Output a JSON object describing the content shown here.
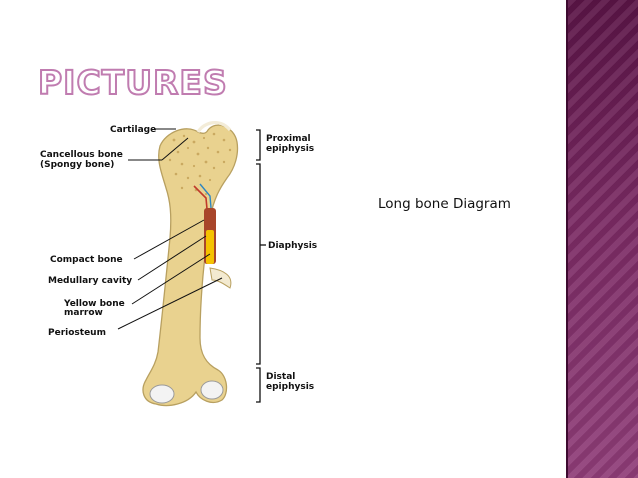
{
  "slide": {
    "title": "PICTURES",
    "caption": "Long bone Diagram"
  },
  "diagram": {
    "labels": {
      "cartilage": "Cartilage",
      "cancellous_1": "Cancellous bone",
      "cancellous_2": "(Spongy bone)",
      "compact": "Compact bone",
      "medullary": "Medullary cavity",
      "yellow_1": "Yellow bone",
      "yellow_2": "marrow",
      "periosteum": "Periosteum",
      "proximal_1": "Proximal",
      "proximal_2": "epiphysis",
      "diaphysis": "Diaphysis",
      "distal_1": "Distal",
      "distal_2": "epiphysis"
    }
  },
  "colors": {
    "bone": "#e9d28f",
    "bone_outline": "#b8a060",
    "marrow": "#f5c200",
    "side_band": "#7a2a63",
    "title_outline": "#c07cb0"
  }
}
